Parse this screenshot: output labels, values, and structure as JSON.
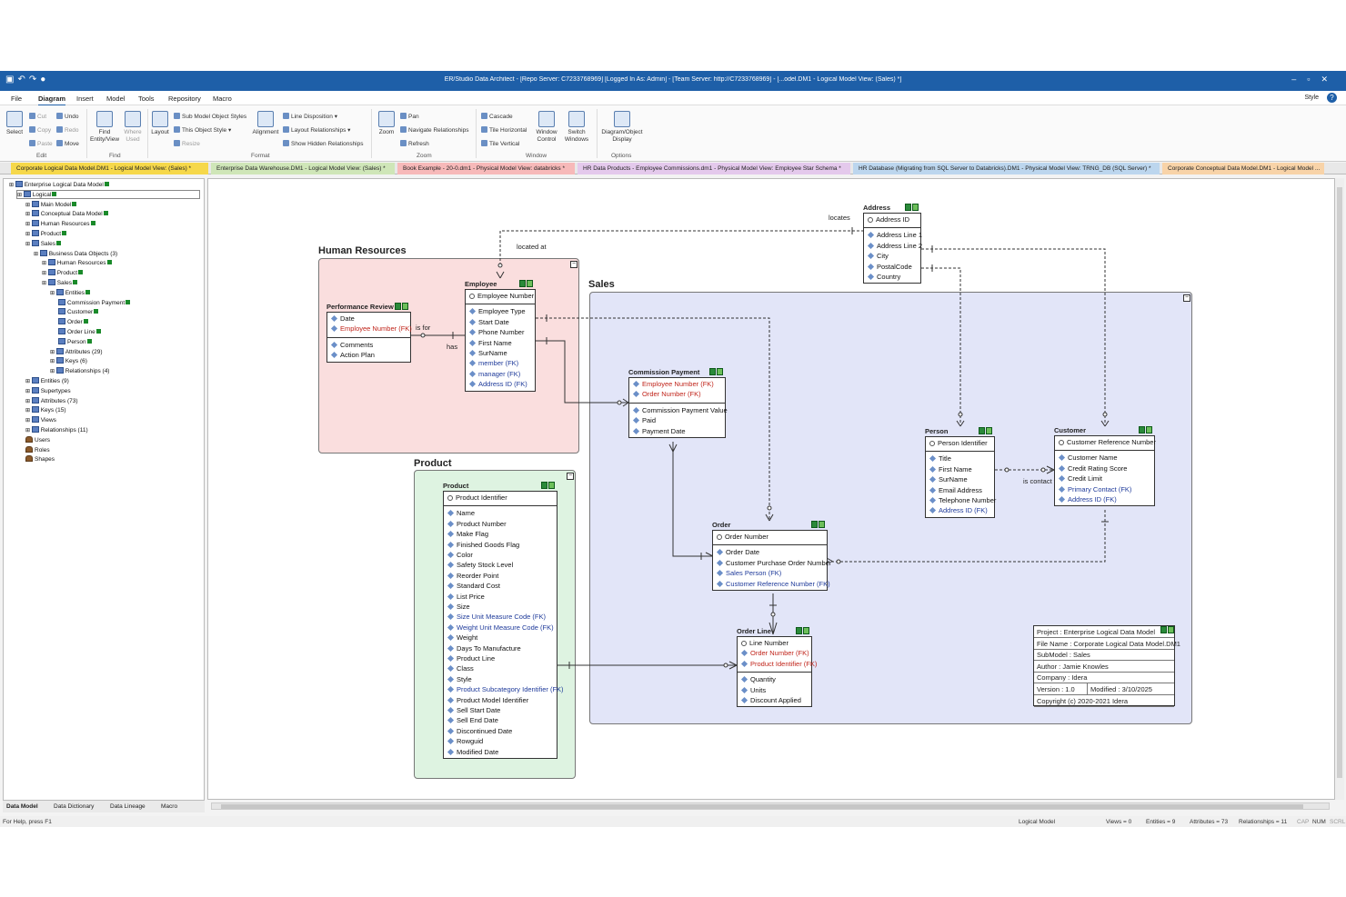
{
  "window": {
    "title": "ER/Studio Data Architect - [Repo Server: C7233768969] [Logged In As: Admin] - [Team Server: http://C7233768969] - [...odel.DM1 - Logical Model View: (Sales) *]"
  },
  "menu": [
    "File",
    "Diagram",
    "Insert",
    "Model",
    "Tools",
    "Repository",
    "Macro"
  ],
  "menu_right": "Style",
  "ribbon": {
    "edit": {
      "select": "Select",
      "cut": "Cut",
      "copy": "Copy",
      "paste": "Paste",
      "undo": "Undo",
      "redo": "Redo",
      "move": "Move",
      "label": "Edit"
    },
    "find": {
      "find": "Find Entity/View",
      "where_used": "Where Used",
      "label": "Find"
    },
    "format": {
      "layout": "Layout",
      "sub_model_styles": "Sub Model Object Styles",
      "object_style": "This Object Style",
      "resize": "Resize",
      "alignment": "Alignment",
      "line_disposition": "Line Disposition",
      "layout_relationships": "Layout Relationships",
      "show_hidden": "Show Hidden Relationships",
      "label": "Format"
    },
    "zoom": {
      "zoom": "Zoom",
      "pan": "Pan",
      "navigate": "Navigate Relationships",
      "refresh": "Refresh",
      "label": "Zoom"
    },
    "window": {
      "cascade": "Cascade",
      "tile_h": "Tile Horizontal",
      "tile_v": "Tile Vertical",
      "window_control": "Window Control",
      "switch_windows": "Switch Windows",
      "label": "Window"
    },
    "options": {
      "display": "Diagram/Object Display",
      "label": "Options"
    }
  },
  "doc_tabs": [
    {
      "label": "Corporate Logical Data Model.DM1 - Logical Model View: (Sales) *",
      "color": "#f6d84a"
    },
    {
      "label": "Enterprise Data Warehouse.DM1 - Logical Model View: (Sales) *",
      "color": "#cfe6b8"
    },
    {
      "label": "Book Example - 20-0.dm1 - Physical Model View: databricks *",
      "color": "#f7b9b9"
    },
    {
      "label": "HR Data Products - Employee Commissions.dm1 - Physical Model View: Employee Star Schema *",
      "color": "#e4c9ec"
    },
    {
      "label": "HR Database (Migrating from SQL Server to Databricks).DM1 - Physical Model View: TRNG_DB (SQL Server) *",
      "color": "#bcd6ee"
    },
    {
      "label": "Corporate Conceptual Data Model.DM1 - Logical Model ...",
      "color": "#f8d3a8"
    }
  ],
  "tree": [
    {
      "label": "Enterprise Logical Data Model",
      "indent": 0,
      "icon": "model"
    },
    {
      "label": "Logical",
      "indent": 1,
      "icon": "model"
    },
    {
      "label": "Main Model",
      "indent": 2,
      "icon": "model"
    },
    {
      "label": "Conceptual Data Model",
      "indent": 2,
      "icon": "model"
    },
    {
      "label": "Human Resources",
      "indent": 2,
      "icon": "model"
    },
    {
      "label": "Product",
      "indent": 2,
      "icon": "model"
    },
    {
      "label": "Sales",
      "indent": 2,
      "icon": "model"
    },
    {
      "label": "Business Data Objects (3)",
      "indent": 3,
      "icon": "folder"
    },
    {
      "label": "Human Resources",
      "indent": 4,
      "icon": "model"
    },
    {
      "label": "Product",
      "indent": 4,
      "icon": "model"
    },
    {
      "label": "Sales",
      "indent": 4,
      "icon": "model"
    },
    {
      "label": "Entities",
      "indent": 5,
      "icon": "folder"
    },
    {
      "label": "Commission Payment",
      "indent": 6,
      "icon": "entity"
    },
    {
      "label": "Customer",
      "indent": 6,
      "icon": "entity"
    },
    {
      "label": "Order",
      "indent": 6,
      "icon": "entity"
    },
    {
      "label": "Order Line",
      "indent": 6,
      "icon": "entity"
    },
    {
      "label": "Person",
      "indent": 6,
      "icon": "entity"
    },
    {
      "label": "Attributes (29)",
      "indent": 5,
      "icon": "folder"
    },
    {
      "label": "Keys (6)",
      "indent": 5,
      "icon": "folder"
    },
    {
      "label": "Relationships (4)",
      "indent": 5,
      "icon": "folder"
    },
    {
      "label": "Entities (9)",
      "indent": 2,
      "icon": "folder"
    },
    {
      "label": "Supertypes",
      "indent": 2,
      "icon": "folder"
    },
    {
      "label": "Attributes (73)",
      "indent": 2,
      "icon": "folder"
    },
    {
      "label": "Keys (15)",
      "indent": 2,
      "icon": "folder"
    },
    {
      "label": "Views",
      "indent": 2,
      "icon": "folder"
    },
    {
      "label": "Relationships (11)",
      "indent": 2,
      "icon": "folder"
    },
    {
      "label": "Users",
      "indent": 2,
      "icon": "person"
    },
    {
      "label": "Roles",
      "indent": 2,
      "icon": "person"
    },
    {
      "label": "Shapes",
      "indent": 2,
      "icon": "person"
    }
  ],
  "bottom_tabs": [
    "Data Model",
    "Data Dictionary",
    "Data Lineage",
    "Macro"
  ],
  "status": {
    "help": "For Help, press F1",
    "model": "Logical Model",
    "views": "Views = 0",
    "entities": "Entities = 9",
    "attributes": "Attributes = 73",
    "relationships": "Relationships = 11",
    "cap": "CAP",
    "num": "NUM",
    "scrl": "SCRL"
  },
  "areas": {
    "hr": {
      "title": "Human Resources",
      "fill": "#fadede"
    },
    "sales": {
      "title": "Sales",
      "fill": "#e2e5f8"
    },
    "product": {
      "title": "Product",
      "fill": "#def3e1"
    }
  },
  "entities": [
    {
      "name": "Performance Review",
      "pk": [
        {
          "t": "Date",
          "k": "att"
        },
        {
          "t": "Employee Number (FK)",
          "k": "fkpk"
        }
      ],
      "attrs": [
        {
          "t": "Comments",
          "k": "att"
        },
        {
          "t": "Action Plan",
          "k": "att"
        }
      ]
    },
    {
      "name": "Employee",
      "pk": [
        {
          "t": "Employee Number",
          "k": "key"
        }
      ],
      "attrs": [
        {
          "t": "Employee Type",
          "k": "att"
        },
        {
          "t": "Start Date",
          "k": "att"
        },
        {
          "t": "Phone Number",
          "k": "att"
        },
        {
          "t": "First Name",
          "k": "att"
        },
        {
          "t": "SurName",
          "k": "att"
        },
        {
          "t": "member (FK)",
          "k": "fk"
        },
        {
          "t": "manager (FK)",
          "k": "fk"
        },
        {
          "t": "Address ID (FK)",
          "k": "fk"
        }
      ]
    },
    {
      "name": "Address",
      "pk": [
        {
          "t": "Address ID",
          "k": "key"
        }
      ],
      "attrs": [
        {
          "t": "Address Line 1",
          "k": "att"
        },
        {
          "t": "Address Line 2",
          "k": "att"
        },
        {
          "t": "City",
          "k": "att"
        },
        {
          "t": "PostalCode",
          "k": "att"
        },
        {
          "t": "Country",
          "k": "att"
        }
      ]
    },
    {
      "name": "Commission Payment",
      "pk": [
        {
          "t": "Employee Number (FK)",
          "k": "fkpk"
        },
        {
          "t": "Order Number (FK)",
          "k": "fkpk"
        }
      ],
      "attrs": [
        {
          "t": "Commission Payment Value",
          "k": "att"
        },
        {
          "t": "Paid",
          "k": "att"
        },
        {
          "t": "Payment Date",
          "k": "att"
        }
      ]
    },
    {
      "name": "Person",
      "pk": [
        {
          "t": "Person Identifier",
          "k": "key"
        }
      ],
      "attrs": [
        {
          "t": "Title",
          "k": "att"
        },
        {
          "t": "First Name",
          "k": "att"
        },
        {
          "t": "SurName",
          "k": "att"
        },
        {
          "t": "Email Address",
          "k": "att"
        },
        {
          "t": "Telephone Number",
          "k": "att"
        },
        {
          "t": "Address ID (FK)",
          "k": "fk"
        }
      ]
    },
    {
      "name": "Customer",
      "pk": [
        {
          "t": "Customer Reference Number",
          "k": "key"
        }
      ],
      "attrs": [
        {
          "t": "Customer Name",
          "k": "att"
        },
        {
          "t": "Credit Rating Score",
          "k": "att"
        },
        {
          "t": "Credit Limit",
          "k": "att"
        },
        {
          "t": "Primary Contact (FK)",
          "k": "fk"
        },
        {
          "t": "Address ID (FK)",
          "k": "fk"
        }
      ]
    },
    {
      "name": "Order",
      "pk": [
        {
          "t": "Order Number",
          "k": "key"
        }
      ],
      "attrs": [
        {
          "t": "Order Date",
          "k": "att"
        },
        {
          "t": "Customer Purchase Order Number",
          "k": "att"
        },
        {
          "t": "Sales Person (FK)",
          "k": "fk"
        },
        {
          "t": "Customer Reference Number (FK)",
          "k": "fk"
        }
      ]
    },
    {
      "name": "Order Line",
      "pk": [
        {
          "t": "Line Number",
          "k": "key"
        },
        {
          "t": "Order Number (FK)",
          "k": "fkpk"
        },
        {
          "t": "Product Identifier (FK)",
          "k": "fkpk"
        }
      ],
      "attrs": [
        {
          "t": "Quantity",
          "k": "att"
        },
        {
          "t": "Units",
          "k": "att"
        },
        {
          "t": "Discount Applied",
          "k": "att"
        }
      ]
    },
    {
      "name": "Product",
      "pk": [
        {
          "t": "Product Identifier",
          "k": "key"
        }
      ],
      "attrs": [
        {
          "t": "Name",
          "k": "att"
        },
        {
          "t": "Product Number",
          "k": "att"
        },
        {
          "t": "Make Flag",
          "k": "att"
        },
        {
          "t": "Finished Goods Flag",
          "k": "att"
        },
        {
          "t": "Color",
          "k": "att"
        },
        {
          "t": "Safety Stock Level",
          "k": "att"
        },
        {
          "t": "Reorder Point",
          "k": "att"
        },
        {
          "t": "Standard Cost",
          "k": "att"
        },
        {
          "t": "List Price",
          "k": "att"
        },
        {
          "t": "Size",
          "k": "att"
        },
        {
          "t": "Size Unit Measure Code (FK)",
          "k": "fk"
        },
        {
          "t": "Weight Unit Measure Code (FK)",
          "k": "fk"
        },
        {
          "t": "Weight",
          "k": "att"
        },
        {
          "t": "Days To Manufacture",
          "k": "att"
        },
        {
          "t": "Product Line",
          "k": "att"
        },
        {
          "t": "Class",
          "k": "att"
        },
        {
          "t": "Style",
          "k": "att"
        },
        {
          "t": "Product Subcategory Identifier (FK)",
          "k": "fk"
        },
        {
          "t": "Product Model Identifier",
          "k": "att"
        },
        {
          "t": "Sell Start Date",
          "k": "att"
        },
        {
          "t": "Sell End Date",
          "k": "att"
        },
        {
          "t": "Discontinued Date",
          "k": "att"
        },
        {
          "t": "Rowguid",
          "k": "att"
        },
        {
          "t": "Modified Date",
          "k": "att"
        }
      ]
    }
  ],
  "rel_labels": {
    "locates": "locates",
    "located_at": "located at",
    "is_for": "is for",
    "has": "has",
    "is_contact": "is contact fo"
  },
  "info": {
    "project": "Project   : Enterprise Logical Data Model",
    "file": "File Name : Corporate Logical Data Model.DM1",
    "submodel": "SubModel  : Sales",
    "author": "Author    : Jamie Knowles",
    "company": "Company  : Idera",
    "version": "Version   : 1.0",
    "modified": "Modified : 3/10/2025",
    "copyright": "Copyright (c) 2020-2021 Idera"
  }
}
